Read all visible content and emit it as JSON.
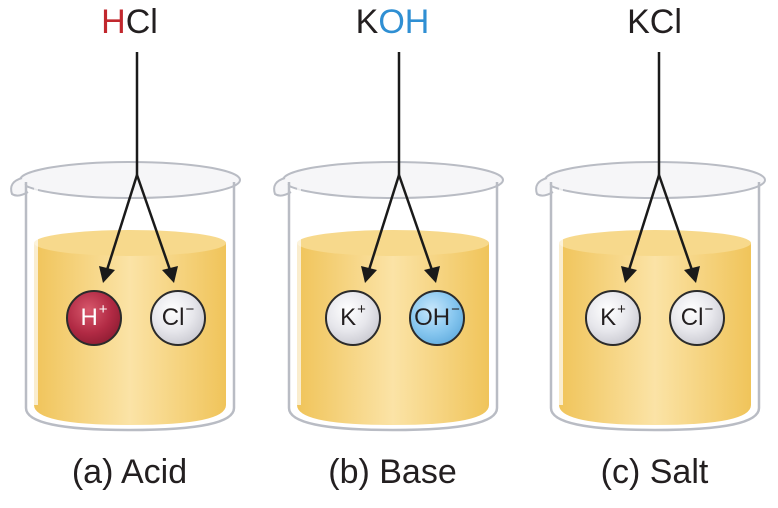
{
  "panels": [
    {
      "formula_parts": [
        {
          "text": "H",
          "color": "#c1272d"
        },
        {
          "text": "Cl",
          "color": "#231f20"
        }
      ],
      "ions": [
        {
          "label": "H",
          "charge": "+",
          "style": "red"
        },
        {
          "label": "Cl",
          "charge": "−",
          "style": "grey"
        }
      ],
      "caption": "(a) Acid"
    },
    {
      "formula_parts": [
        {
          "text": "K",
          "color": "#231f20"
        },
        {
          "text": "OH",
          "color": "#2f8fd3"
        }
      ],
      "ions": [
        {
          "label": "K",
          "charge": "+",
          "style": "grey"
        },
        {
          "label": "OH",
          "charge": "−",
          "style": "blue"
        }
      ],
      "caption": "(b) Base"
    },
    {
      "formula_parts": [
        {
          "text": "KCl",
          "color": "#231f20"
        }
      ],
      "ions": [
        {
          "label": "K",
          "charge": "+",
          "style": "grey"
        },
        {
          "label": "Cl",
          "charge": "−",
          "style": "grey"
        }
      ],
      "caption": "(c) Salt"
    }
  ],
  "colors": {
    "liquid": "#f3c862",
    "liquid_top": "#f7d98c",
    "glass_outline": "#b9bcc4",
    "arrow": "#1a1a1a"
  }
}
